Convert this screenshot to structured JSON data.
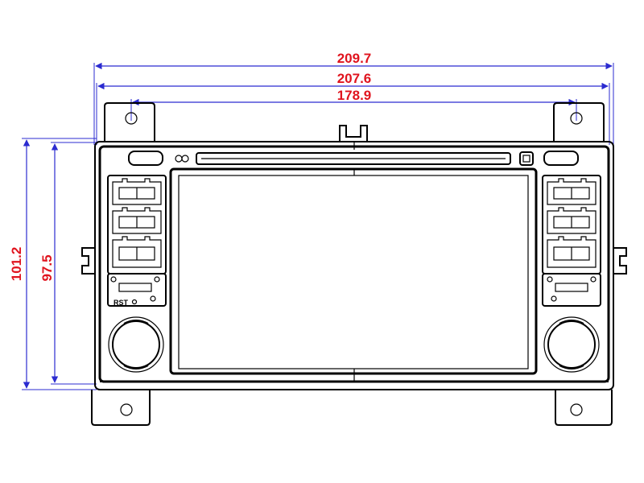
{
  "dimensions": {
    "overall_width": "209.7",
    "inner_width": "207.6",
    "hole_spacing": "178.9",
    "overall_height": "101.2",
    "inner_height": "97.5"
  },
  "labels": {
    "reset": "RST"
  },
  "colors": {
    "dimension_text": "#e0141e",
    "dimension_line": "#2b2bd0",
    "outline": "#000000"
  },
  "icons": {
    "dvd_logo": "dvd-logo-icon",
    "eject": "eject-icon"
  }
}
